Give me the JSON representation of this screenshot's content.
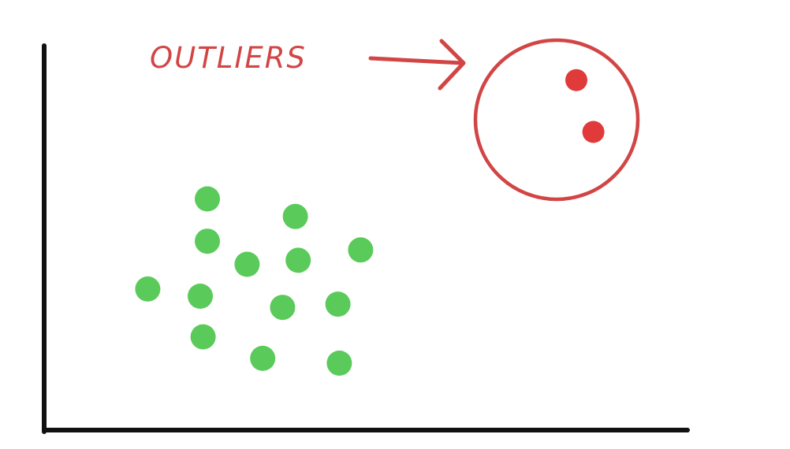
{
  "chart_data": {
    "type": "scatter",
    "title": "",
    "xlabel": "",
    "ylabel": "",
    "xlim": [
      0,
      100
    ],
    "ylim": [
      0,
      100
    ],
    "grid": false,
    "series": [
      {
        "color": "#5acb5a",
        "points": [
          {
            "x": 23.0,
            "y": 58.0
          },
          {
            "x": 35.4,
            "y": 53.6
          },
          {
            "x": 23.0,
            "y": 47.4
          },
          {
            "x": 28.6,
            "y": 41.6
          },
          {
            "x": 35.8,
            "y": 42.6
          },
          {
            "x": 44.6,
            "y": 45.2
          },
          {
            "x": 14.6,
            "y": 35.4
          },
          {
            "x": 22.0,
            "y": 33.6
          },
          {
            "x": 33.6,
            "y": 30.8
          },
          {
            "x": 41.4,
            "y": 31.6
          },
          {
            "x": 22.4,
            "y": 23.4
          },
          {
            "x": 30.8,
            "y": 18.0
          },
          {
            "x": 41.6,
            "y": 16.8
          }
        ]
      },
      {
        "color": "#e03a3a",
        "points": [
          {
            "x": 75.0,
            "y": 87.8
          },
          {
            "x": 77.4,
            "y": 74.8
          }
        ]
      }
    ],
    "annotations": [
      {
        "text": "OUTLIERS",
        "color": "#d24545"
      }
    ]
  }
}
